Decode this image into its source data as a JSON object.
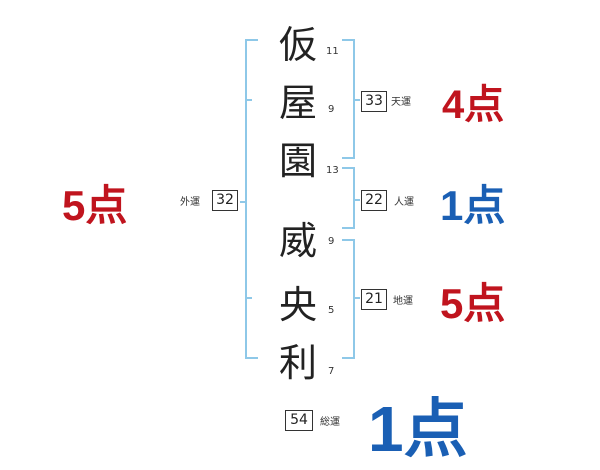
{
  "name_chars": [
    {
      "char": "仮",
      "strokes": "11"
    },
    {
      "char": "屋",
      "strokes": "9"
    },
    {
      "char": "園",
      "strokes": "13"
    },
    {
      "char": "威",
      "strokes": "9"
    },
    {
      "char": "央",
      "strokes": "5"
    },
    {
      "char": "利",
      "strokes": "7"
    }
  ],
  "tenkaku": {
    "value": "33",
    "label": "天運",
    "score": "4点"
  },
  "jinkaku": {
    "value": "22",
    "label": "人運",
    "score": "1点"
  },
  "chikaku": {
    "value": "21",
    "label": "地運",
    "score": "5点"
  },
  "gaikaku": {
    "value": "32",
    "label": "外運",
    "score": "5点"
  },
  "soukaku": {
    "value": "54",
    "label": "総運",
    "score": "1点"
  },
  "colors": {
    "bracket": "#8ec8e8",
    "score_red": "#c0141e",
    "score_blue": "#1a5fb4"
  }
}
